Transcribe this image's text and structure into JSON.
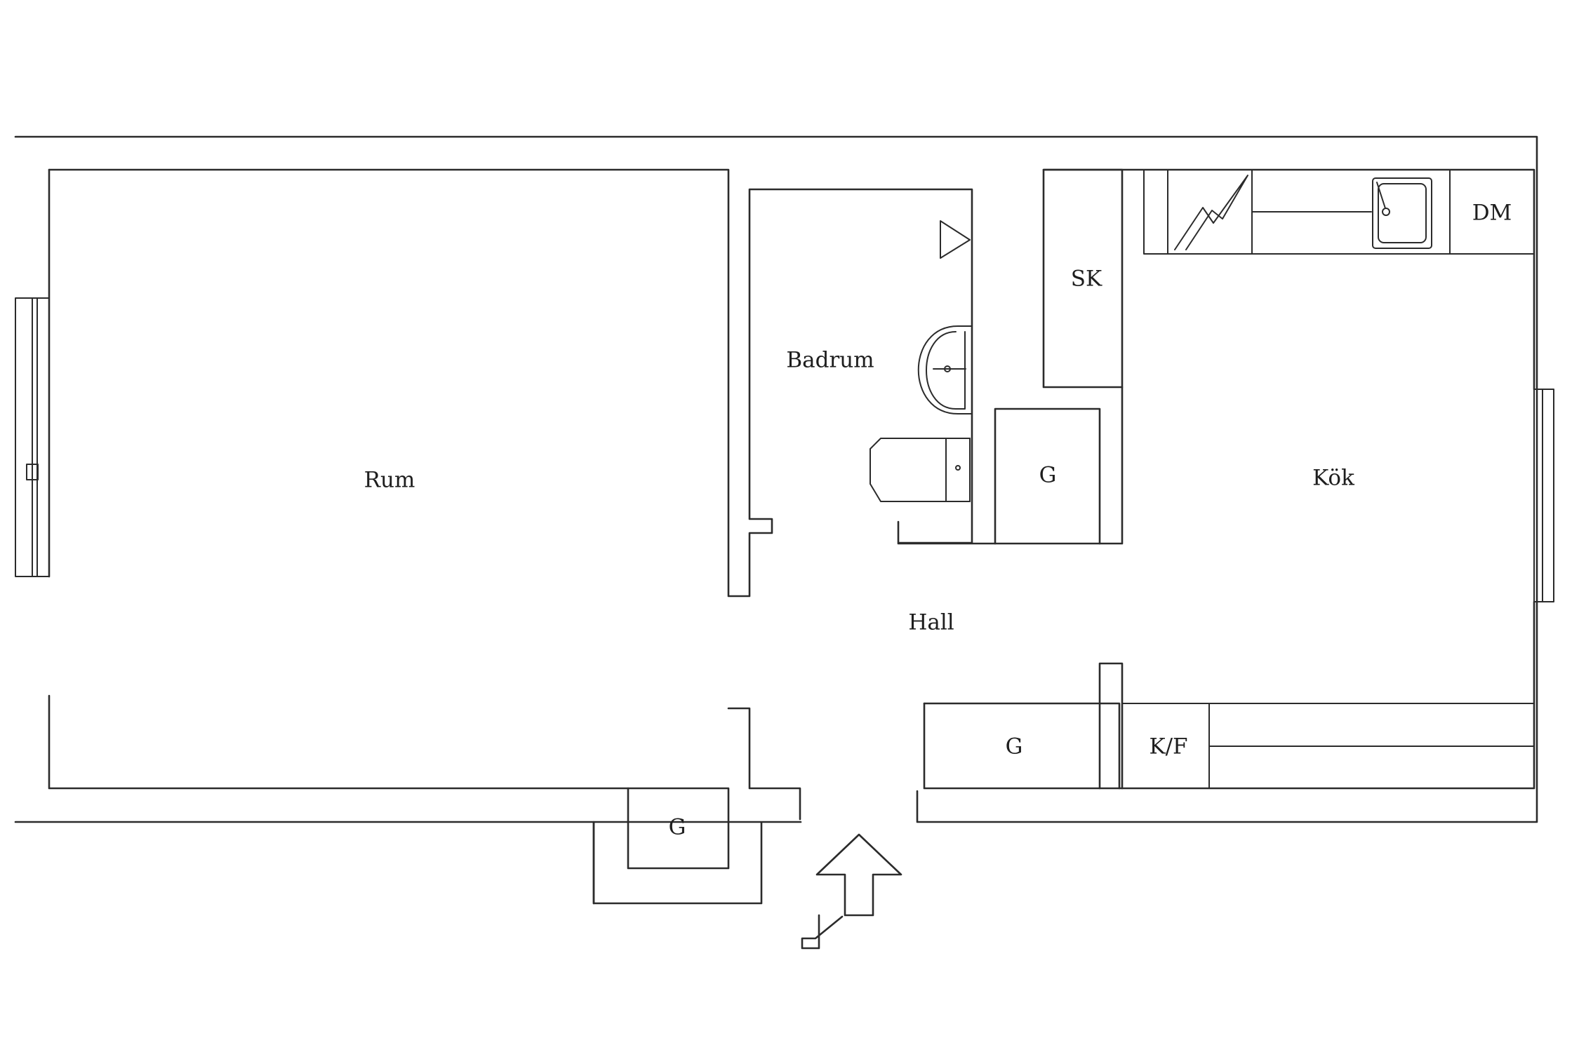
{
  "rooms": {
    "rum": "Rum",
    "badrum": "Badrum",
    "hall": "Hall",
    "kok": "Kök"
  },
  "fixtures": {
    "sk": "SK",
    "dm": "DM",
    "kf": "K/F",
    "g_hall": "G",
    "g_kitchen": "G",
    "g_entry": "G"
  }
}
